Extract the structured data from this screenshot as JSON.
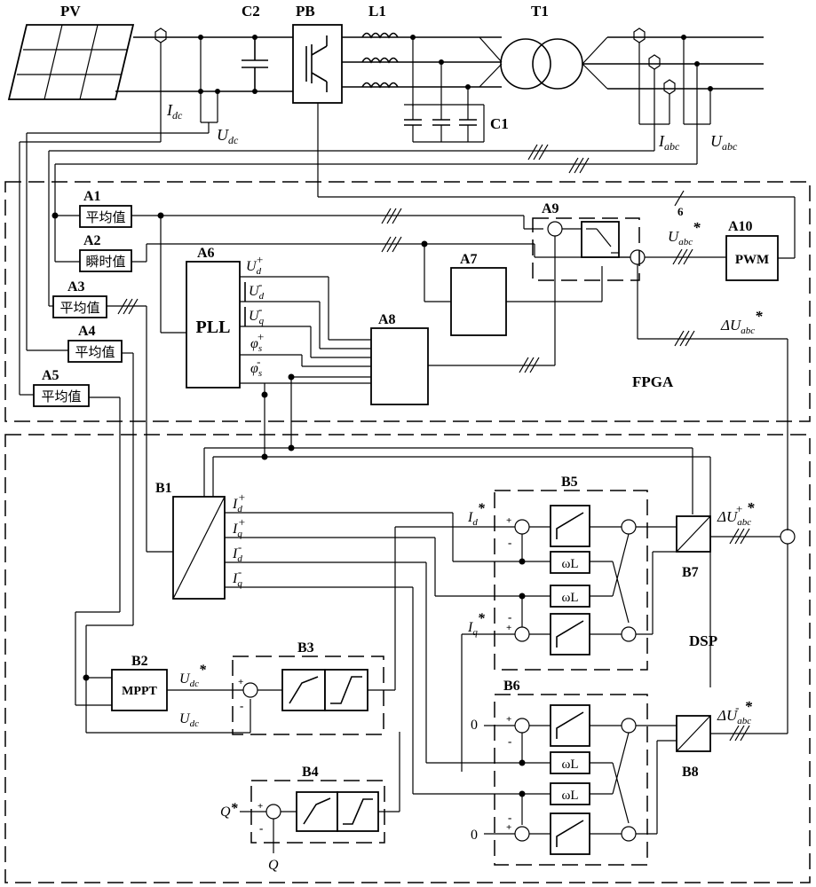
{
  "top_labels": {
    "pv": "PV",
    "c2": "C2",
    "pb": "PB",
    "l1": "L1",
    "t1": "T1",
    "c1": "C1"
  },
  "signals": {
    "idc": "I",
    "idc_sub": "dc",
    "udc": "U",
    "udc_sub": "dc",
    "iabc": "I",
    "iabc_sub": "abc",
    "uabc": "U",
    "uabc_sub": "abc"
  },
  "fpga": {
    "label": "FPGA",
    "a1": {
      "id": "A1",
      "text": "平均值"
    },
    "a2": {
      "id": "A2",
      "text": "瞬时值"
    },
    "a3": {
      "id": "A3",
      "text": "平均值"
    },
    "a4": {
      "id": "A4",
      "text": "平均值"
    },
    "a5": {
      "id": "A5",
      "text": "平均值"
    },
    "a6": {
      "id": "A6",
      "text": "PLL"
    },
    "a7": {
      "id": "A7"
    },
    "a8": {
      "id": "A8"
    },
    "a9": {
      "id": "A9"
    },
    "a10": {
      "id": "A10",
      "text": "PWM"
    },
    "six": "6",
    "pll_out": [
      "U",
      "d",
      "+",
      "U",
      "d",
      "-",
      "U",
      "q",
      "-",
      "φ",
      "s",
      "+",
      "φ",
      "s",
      "-"
    ],
    "uabc_star": "U",
    "uabc_star_sub": "abc",
    "star": "*",
    "delta_uabc": "ΔU",
    "delta_uabc_sub": "abc"
  },
  "dsp": {
    "label": "DSP",
    "b1": {
      "id": "B1"
    },
    "b2": {
      "id": "B2",
      "text": "MPPT"
    },
    "b3": {
      "id": "B3"
    },
    "b4": {
      "id": "B4"
    },
    "b5": {
      "id": "B5"
    },
    "b6": {
      "id": "B6"
    },
    "b7": {
      "id": "B7"
    },
    "b8": {
      "id": "B8"
    },
    "omega_l": "ωL",
    "zero": "0",
    "q_star": "Q",
    "q": "Q",
    "udc_star": "U",
    "udc_star_sub": "dc",
    "udc": "U",
    "udc_sub": "dc",
    "id_star": "I",
    "id_star_sub": "d",
    "iq_star": "I",
    "iq_star_sub": "q",
    "b1_out": [
      "I",
      "d",
      "+",
      "I",
      "q",
      "+",
      "I",
      "d",
      "-",
      "I",
      "q",
      "-"
    ],
    "delta_plus": "ΔU",
    "delta_plus_sub": "abc",
    "delta_minus": "ΔU",
    "delta_minus_sub": "abc"
  }
}
